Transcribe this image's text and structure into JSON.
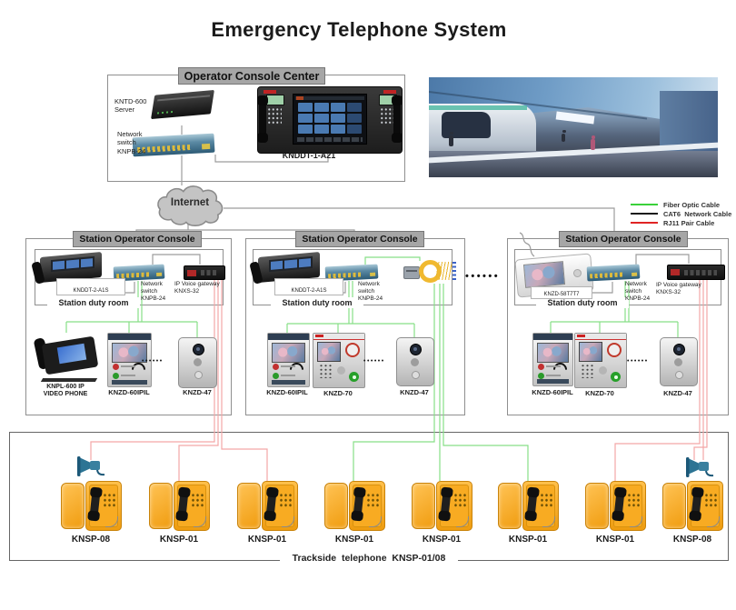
{
  "title": "Emergency Telephone System",
  "operator_center": {
    "title": "Operator Console Center",
    "server_label": "KNTD-600\nServer",
    "switch_label": "Network\nswitch\nKNPB-24",
    "console_label": "KNDDT-1-A21"
  },
  "internet_label": "Internet",
  "legend": [
    {
      "label": "Fiber Optic Cable",
      "color": "#3ad13a"
    },
    {
      "label": "CAT6  Network Cable",
      "color": "#1b1b1b"
    },
    {
      "label": "RJ11 Pair Cable",
      "color": "#e02424"
    }
  ],
  "separator_dots": "••••••",
  "stations": [
    {
      "title": "Station Operator Console",
      "room": "Station duty room",
      "console": "KNDDT-2-A1S",
      "switch": "Network\nswitch\nKNPB-24",
      "gateway": "IP Voice gateway\nKNXS-32",
      "dots": "••••••",
      "devices": [
        {
          "label": "KNPL-600 IP\nVIDEO PHONE"
        },
        {
          "label": "KNZD-60IPIL"
        },
        {
          "label": "KNZD-47"
        }
      ]
    },
    {
      "title": "Station Operator Console",
      "room": "Station duty room",
      "console": "KNDDT-2-A1S",
      "switch": "Network\nswitch\nKNPB-24",
      "dots": "••••••",
      "devices": [
        {
          "label": "KNZD-60IPIL"
        },
        {
          "label": "KNZD-70"
        },
        {
          "label": "KNZD-47"
        }
      ]
    },
    {
      "title": "Station Operator Console",
      "room": "Station duty room",
      "console": "KNZD-58T7T7",
      "switch": "Network\nswitch\nKNPB-24",
      "gateway": "IP Voice gateway\nKNXS-32",
      "dots": "••••••",
      "devices": [
        {
          "label": "KNZD-60IPIL"
        },
        {
          "label": "KNZD-70"
        },
        {
          "label": "KNZD-47"
        }
      ]
    }
  ],
  "trackside": {
    "label": "Trackside  telephone  KNSP-01/08",
    "phones": [
      {
        "label": "KNSP-08"
      },
      {
        "label": "KNSP-01"
      },
      {
        "label": "KNSP-01"
      },
      {
        "label": "KNSP-01"
      },
      {
        "label": "KNSP-01"
      },
      {
        "label": "KNSP-01"
      },
      {
        "label": "KNSP-01"
      },
      {
        "label": "KNSP-08"
      }
    ]
  }
}
